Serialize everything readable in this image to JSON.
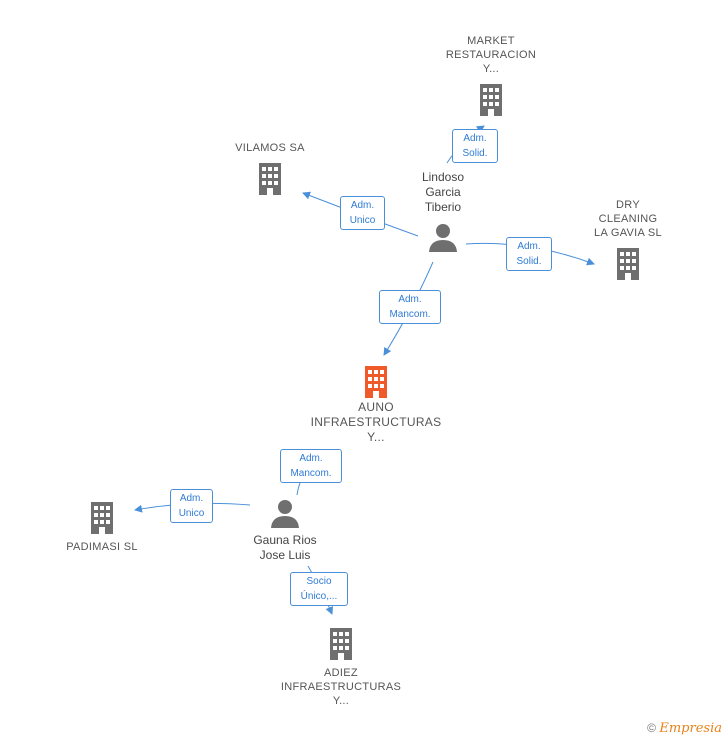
{
  "nodes": {
    "market": {
      "lines": [
        "MARKET",
        "RESTAURACION",
        "Y..."
      ]
    },
    "vilamos": {
      "lines": [
        "VILAMOS SA"
      ]
    },
    "dry": {
      "lines": [
        "DRY",
        "CLEANING",
        "LA GAVIA SL"
      ]
    },
    "lindoso": {
      "lines": [
        "Lindoso",
        "Garcia",
        "Tiberio"
      ]
    },
    "auno": {
      "lines": [
        "AUNO",
        "INFRAESTRUCTURAS",
        "Y..."
      ]
    },
    "padimasi": {
      "lines": [
        "PADIMASI SL"
      ]
    },
    "gauna": {
      "lines": [
        "Gauna Rios",
        "Jose Luis"
      ]
    },
    "adiez": {
      "lines": [
        "ADIEZ",
        "INFRAESTRUCTURAS",
        "Y..."
      ]
    }
  },
  "edges": {
    "lindoso_market": {
      "lines": [
        "Adm.",
        "Solid."
      ]
    },
    "lindoso_vilamos": {
      "lines": [
        "Adm.",
        "Unico"
      ]
    },
    "lindoso_dry": {
      "lines": [
        "Adm.",
        "Solid."
      ]
    },
    "lindoso_auno": {
      "lines": [
        "Adm.",
        "Mancom."
      ]
    },
    "gauna_auno": {
      "lines": [
        "Adm.",
        "Mancom."
      ]
    },
    "gauna_padimasi": {
      "lines": [
        "Adm.",
        "Unico"
      ]
    },
    "gauna_adiez": {
      "lines": [
        "Socio",
        "Único,..."
      ]
    }
  },
  "colors": {
    "company": "#6f6f6f",
    "main_company": "#f05a28",
    "person": "#6f6f6f",
    "edge": "#4a90d9"
  },
  "credit": {
    "symbol": "©",
    "brand": "Empresia"
  }
}
